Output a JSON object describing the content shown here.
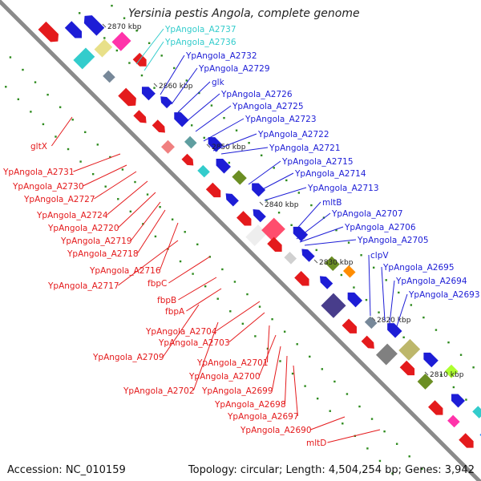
{
  "title": "Yersinia pestis Angola, complete genome",
  "footer": {
    "accession": "Accession: NC_010159",
    "topology": "Topology: circular; Length: 4,504,254 bp; Genes: 3,942"
  },
  "colors": {
    "forward": "#e41a1c",
    "reverse": "#1d1dd6",
    "cyan": "#33cccc",
    "green_tick": "#2e8b1e"
  },
  "ticks": [
    "2870 kbp",
    "2860 kbp",
    "2850 kbp",
    "2840 kbp",
    "2830 kbp",
    "2820 kbp",
    "2810 kbp"
  ],
  "labels_left": [
    "gltX",
    "YpAngola_A2731",
    "YpAngola_A2730",
    "YpAngola_A2727",
    "YpAngola_A2724",
    "YpAngola_A2720",
    "YpAngola_A2719",
    "YpAngola_A2718",
    "YpAngola_A2716",
    "YpAngola_A2717",
    "fbpC",
    "fbpB",
    "fbpA",
    "YpAngola_A2704",
    "YpAngola_A2703",
    "YpAngola_A2709",
    "YpAngola_A2701",
    "YpAngola_A2700",
    "YpAngola_A2702",
    "YpAngola_A2699",
    "YpAngola_A2698",
    "YpAngola_A2697",
    "YpAngola_A2690",
    "mltD"
  ],
  "labels_right": [
    "YpAngola_A2737",
    "YpAngola_A2736",
    "YpAngola_A2732",
    "YpAngola_A2729",
    "glk",
    "YpAngola_A2726",
    "YpAngola_A2725",
    "YpAngola_A2723",
    "YpAngola_A2722",
    "YpAngola_A2721",
    "YpAngola_A2715",
    "YpAngola_A2714",
    "YpAngola_A2713",
    "mltB",
    "YpAngola_A2707",
    "YpAngola_A2706",
    "YpAngola_A2705",
    "clpV",
    "YpAngola_A2695",
    "YpAngola_A2694",
    "YpAngola_A2693"
  ]
}
